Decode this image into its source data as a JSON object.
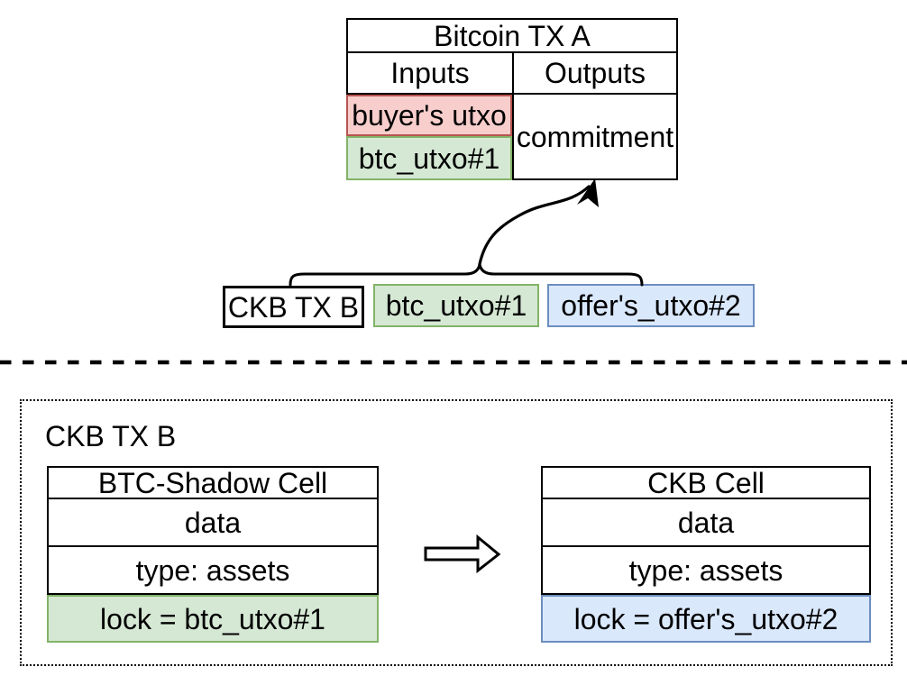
{
  "diagram": {
    "bitcoin_tx_table": {
      "title": "Bitcoin TX A",
      "columns": [
        "Inputs",
        "Outputs"
      ],
      "inputs": [
        {
          "label": "buyer's utxo",
          "fill": "#f8cecc",
          "stroke": "#b85450"
        },
        {
          "label": "btc_utxo#1",
          "fill": "#d5e8d4",
          "stroke": "#82b366"
        }
      ],
      "output": {
        "label": "commitment",
        "fill": "#ffffff",
        "stroke": "#000000"
      }
    },
    "ckb_tx_row": {
      "boxes": [
        {
          "label": "CKB TX B",
          "fill": "#ffffff",
          "stroke": "#000000"
        },
        {
          "label": "btc_utxo#1",
          "fill": "#d5e8d4",
          "stroke": "#82b366"
        },
        {
          "label": "offer's_utxo#2",
          "fill": "#dae8fc",
          "stroke": "#6c8ebf"
        }
      ]
    },
    "ckb_tx_detail": {
      "title": "CKB TX B",
      "left_cell": {
        "title": "BTC-Shadow Cell",
        "rows": [
          {
            "label": "data",
            "fill": "#ffffff",
            "stroke": "#000000"
          },
          {
            "label": "type: assets",
            "fill": "#ffffff",
            "stroke": "#000000"
          },
          {
            "label": "lock = btc_utxo#1",
            "fill": "#d5e8d4",
            "stroke": "#82b366"
          }
        ]
      },
      "right_cell": {
        "title": "CKB Cell",
        "rows": [
          {
            "label": "data",
            "fill": "#ffffff",
            "stroke": "#000000"
          },
          {
            "label": "type: assets",
            "fill": "#ffffff",
            "stroke": "#000000"
          },
          {
            "label": "lock = offer's_utxo#2",
            "fill": "#dae8fc",
            "stroke": "#6c8ebf"
          }
        ]
      }
    },
    "line_color": "#000000"
  }
}
